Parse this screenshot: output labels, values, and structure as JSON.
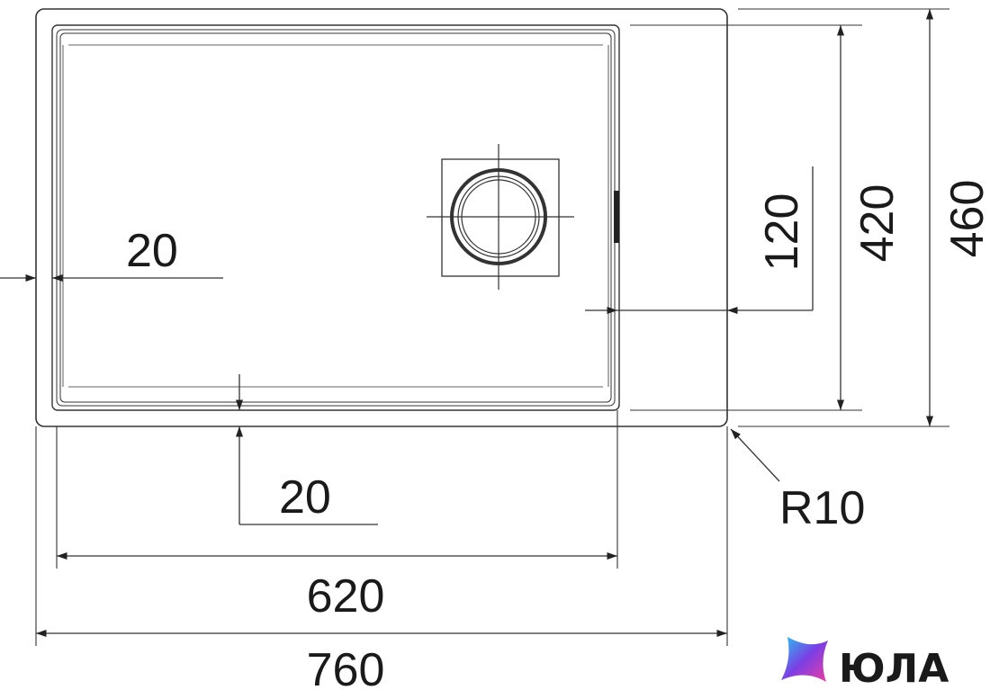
{
  "dimensions": {
    "left_margin": "20",
    "bottom_margin": "20",
    "bowl_width": "620",
    "overall_width": "760",
    "drain_offset": "120",
    "bowl_depth": "420",
    "overall_depth": "460",
    "corner_radius": "R10"
  },
  "logo": {
    "text": "ЮЛА",
    "colors": [
      "#7b3fe4",
      "#25c7f0",
      "#f03ca0"
    ]
  }
}
